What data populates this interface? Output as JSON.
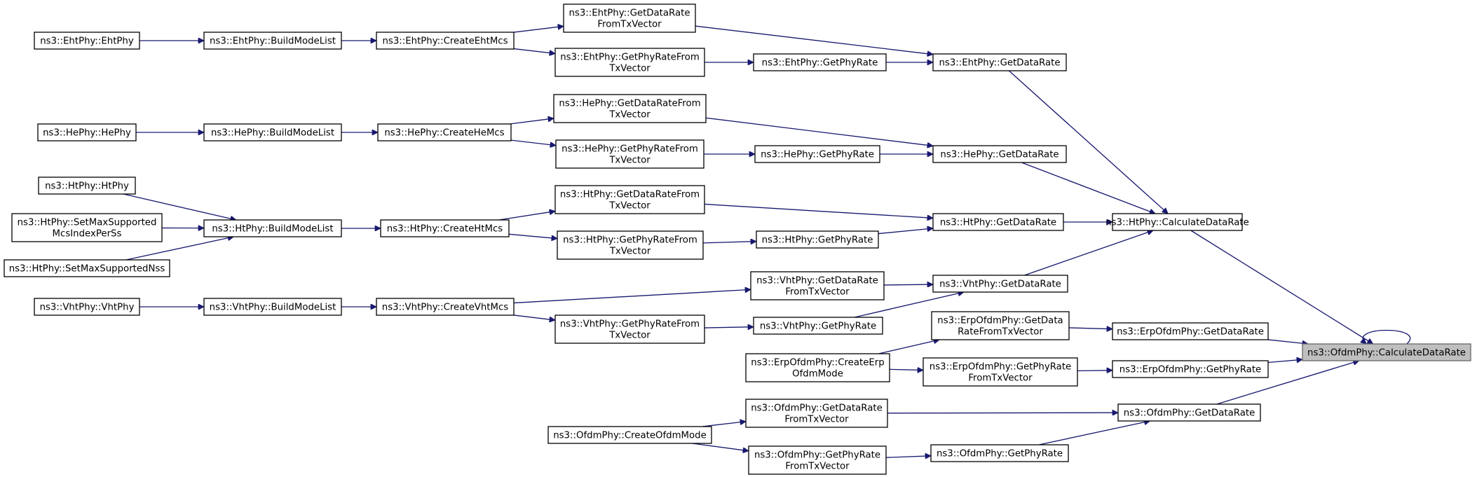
{
  "diagram": {
    "type": "call-graph",
    "nodes": [
      {
        "id": "n0",
        "lines": [
          "ns3::OfdmPhy::CalculateDataRate"
        ],
        "root": true
      },
      {
        "id": "n1",
        "lines": [
          "ns3::HtPhy::CalculateDataRate"
        ]
      },
      {
        "id": "n2",
        "lines": [
          "ns3::ErpOfdmPhy::GetDataRate"
        ]
      },
      {
        "id": "n3",
        "lines": [
          "ns3::ErpOfdmPhy::GetPhyRate"
        ]
      },
      {
        "id": "n4",
        "lines": [
          "ns3::OfdmPhy::GetDataRate"
        ]
      },
      {
        "id": "n5",
        "lines": [
          "ns3::EhtPhy::GetDataRate"
        ]
      },
      {
        "id": "n6",
        "lines": [
          "ns3::HePhy::GetDataRate"
        ]
      },
      {
        "id": "n7",
        "lines": [
          "ns3::HtPhy::GetDataRate"
        ]
      },
      {
        "id": "n8",
        "lines": [
          "ns3::VhtPhy::GetDataRate"
        ]
      },
      {
        "id": "n9",
        "lines": [
          "ns3::EhtPhy::GetDataRate",
          "FromTxVector"
        ]
      },
      {
        "id": "n10",
        "lines": [
          "ns3::EhtPhy::GetPhyRate"
        ]
      },
      {
        "id": "n11",
        "lines": [
          "ns3::EhtPhy::CreateEhtMcs"
        ]
      },
      {
        "id": "n12",
        "lines": [
          "ns3::EhtPhy::GetPhyRateFrom",
          "TxVector"
        ]
      },
      {
        "id": "n13",
        "lines": [
          "ns3::EhtPhy::BuildModeList"
        ]
      },
      {
        "id": "n14",
        "lines": [
          "ns3::EhtPhy::EhtPhy"
        ]
      },
      {
        "id": "n15",
        "lines": [
          "ns3::HePhy::GetDataRateFrom",
          "TxVector"
        ]
      },
      {
        "id": "n16",
        "lines": [
          "ns3::HePhy::GetPhyRate"
        ]
      },
      {
        "id": "n17",
        "lines": [
          "ns3::HePhy::CreateHeMcs"
        ]
      },
      {
        "id": "n18",
        "lines": [
          "ns3::HePhy::GetPhyRateFrom",
          "TxVector"
        ]
      },
      {
        "id": "n19",
        "lines": [
          "ns3::HePhy::BuildModeList"
        ]
      },
      {
        "id": "n20",
        "lines": [
          "ns3::HePhy::HePhy"
        ]
      },
      {
        "id": "n21",
        "lines": [
          "ns3::HtPhy::GetDataRateFrom",
          "TxVector"
        ]
      },
      {
        "id": "n22",
        "lines": [
          "ns3::HtPhy::GetPhyRate"
        ]
      },
      {
        "id": "n23",
        "lines": [
          "ns3::HtPhy::CreateHtMcs"
        ]
      },
      {
        "id": "n24",
        "lines": [
          "ns3::HtPhy::GetPhyRateFrom",
          "TxVector"
        ]
      },
      {
        "id": "n25",
        "lines": [
          "ns3::HtPhy::BuildModeList"
        ]
      },
      {
        "id": "n26",
        "lines": [
          "ns3::HtPhy::HtPhy"
        ]
      },
      {
        "id": "n27",
        "lines": [
          "ns3::HtPhy::SetMaxSupported",
          "McsIndexPerSs"
        ]
      },
      {
        "id": "n28",
        "lines": [
          "ns3::HtPhy::SetMaxSupportedNss"
        ]
      },
      {
        "id": "n29",
        "lines": [
          "ns3::VhtPhy::GetDataRate",
          "FromTxVector"
        ]
      },
      {
        "id": "n30",
        "lines": [
          "ns3::VhtPhy::GetPhyRate"
        ]
      },
      {
        "id": "n31",
        "lines": [
          "ns3::VhtPhy::CreateVhtMcs"
        ]
      },
      {
        "id": "n32",
        "lines": [
          "ns3::VhtPhy::GetPhyRateFrom",
          "TxVector"
        ]
      },
      {
        "id": "n33",
        "lines": [
          "ns3::VhtPhy::BuildModeList"
        ]
      },
      {
        "id": "n34",
        "lines": [
          "ns3::VhtPhy::VhtPhy"
        ]
      },
      {
        "id": "n35",
        "lines": [
          "ns3::ErpOfdmPhy::GetData",
          "RateFromTxVector"
        ]
      },
      {
        "id": "n36",
        "lines": [
          "ns3::ErpOfdmPhy::CreateErp",
          "OfdmMode"
        ]
      },
      {
        "id": "n37",
        "lines": [
          "ns3::ErpOfdmPhy::GetPhyRate",
          "FromTxVector"
        ]
      },
      {
        "id": "n38",
        "lines": [
          "ns3::OfdmPhy::GetDataRate",
          "FromTxVector"
        ]
      },
      {
        "id": "n39",
        "lines": [
          "ns3::OfdmPhy::CreateOfdmMode"
        ]
      },
      {
        "id": "n40",
        "lines": [
          "ns3::OfdmPhy::GetPhyRate",
          "FromTxVector"
        ]
      },
      {
        "id": "n41",
        "lines": [
          "ns3::OfdmPhy::GetPhyRate"
        ]
      }
    ],
    "edges": [
      {
        "from": "n0",
        "to": "n0"
      },
      {
        "from": "n0",
        "to": "n1"
      },
      {
        "from": "n0",
        "to": "n2"
      },
      {
        "from": "n0",
        "to": "n3"
      },
      {
        "from": "n0",
        "to": "n4"
      },
      {
        "from": "n1",
        "to": "n5"
      },
      {
        "from": "n1",
        "to": "n6"
      },
      {
        "from": "n1",
        "to": "n7"
      },
      {
        "from": "n1",
        "to": "n8"
      },
      {
        "from": "n5",
        "to": "n9"
      },
      {
        "from": "n5",
        "to": "n10"
      },
      {
        "from": "n9",
        "to": "n11"
      },
      {
        "from": "n10",
        "to": "n12"
      },
      {
        "from": "n12",
        "to": "n11"
      },
      {
        "from": "n11",
        "to": "n13"
      },
      {
        "from": "n13",
        "to": "n14"
      },
      {
        "from": "n6",
        "to": "n15"
      },
      {
        "from": "n6",
        "to": "n16"
      },
      {
        "from": "n15",
        "to": "n17"
      },
      {
        "from": "n16",
        "to": "n18"
      },
      {
        "from": "n18",
        "to": "n17"
      },
      {
        "from": "n17",
        "to": "n19"
      },
      {
        "from": "n19",
        "to": "n20"
      },
      {
        "from": "n7",
        "to": "n21"
      },
      {
        "from": "n7",
        "to": "n22"
      },
      {
        "from": "n21",
        "to": "n23"
      },
      {
        "from": "n22",
        "to": "n24"
      },
      {
        "from": "n24",
        "to": "n23"
      },
      {
        "from": "n23",
        "to": "n25"
      },
      {
        "from": "n25",
        "to": "n26"
      },
      {
        "from": "n25",
        "to": "n27"
      },
      {
        "from": "n25",
        "to": "n28"
      },
      {
        "from": "n8",
        "to": "n29"
      },
      {
        "from": "n8",
        "to": "n30"
      },
      {
        "from": "n29",
        "to": "n31"
      },
      {
        "from": "n30",
        "to": "n32"
      },
      {
        "from": "n32",
        "to": "n31"
      },
      {
        "from": "n31",
        "to": "n33"
      },
      {
        "from": "n33",
        "to": "n34"
      },
      {
        "from": "n2",
        "to": "n35"
      },
      {
        "from": "n35",
        "to": "n36"
      },
      {
        "from": "n3",
        "to": "n37"
      },
      {
        "from": "n37",
        "to": "n36"
      },
      {
        "from": "n4",
        "to": "n38"
      },
      {
        "from": "n4",
        "to": "n41"
      },
      {
        "from": "n38",
        "to": "n39"
      },
      {
        "from": "n41",
        "to": "n40"
      },
      {
        "from": "n40",
        "to": "n39"
      }
    ]
  }
}
